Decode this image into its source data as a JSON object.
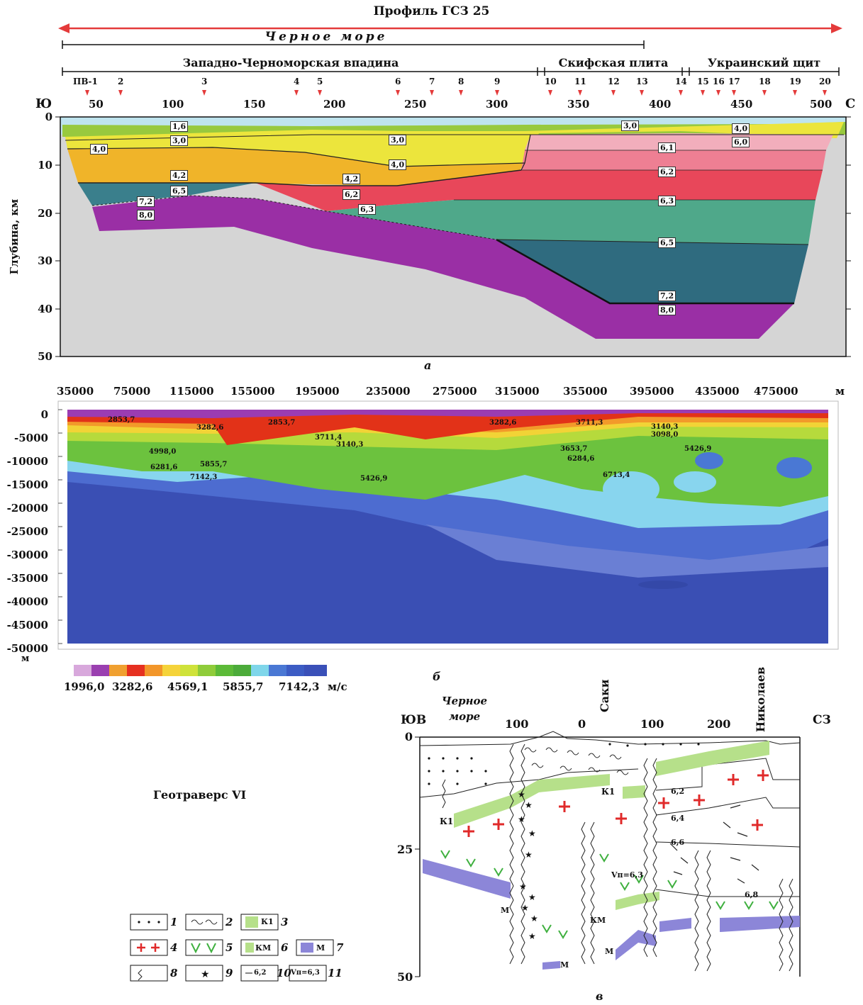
{
  "profile": {
    "title": "Профиль ГСЗ 25",
    "sea_label": "Черное море",
    "regions": [
      "Западно-Черноморская впадина",
      "Скифская плита",
      "Украинский щит"
    ],
    "shotpoints": [
      "ПВ-1",
      "2",
      "3",
      "4",
      "5",
      "6",
      "7",
      "8",
      "9",
      "10",
      "11",
      "12",
      "13",
      "14",
      "15",
      "16",
      "17",
      "18",
      "19",
      "20"
    ],
    "x_ticks": [
      "50",
      "100",
      "150",
      "200",
      "250",
      "300",
      "350",
      "400",
      "450",
      "500"
    ],
    "y_ticks": [
      "0",
      "10",
      "20",
      "30",
      "40",
      "50"
    ],
    "left_dir": "Ю",
    "right_dir": "С",
    "y_axis_label": "Глубина, км",
    "velocities": [
      "1,6",
      "3,0",
      "4,0",
      "4,2",
      "6,5",
      "7,2",
      "8,0",
      "3,0",
      "4,0",
      "4,2",
      "6,2",
      "6,3",
      "3,0",
      "4,0",
      "6,0",
      "6,1",
      "6,2",
      "6,3",
      "6,5",
      "7,2",
      "8,0"
    ],
    "panel_letter": "а"
  },
  "tomography": {
    "x_ticks": [
      "35000",
      "75000",
      "115000",
      "155000",
      "195000",
      "235000",
      "275000",
      "315000",
      "355000",
      "395000",
      "435000",
      "475000"
    ],
    "x_unit": "м",
    "y_ticks": [
      "0",
      "-5000",
      "-10000",
      "-15000",
      "-20000",
      "-25000",
      "-30000",
      "-35000",
      "-40000",
      "-45000",
      "-50000"
    ],
    "y_unit": "м",
    "contour_labels": [
      "2853,7",
      "3282,6",
      "2853,7",
      "3711,4",
      "3140,3",
      "3282,6",
      "3711,3",
      "3140,3",
      "4998,0",
      "6281,6",
      "5855,7",
      "7142,3",
      "5426,9",
      "3653,7",
      "6284,6",
      "6713,4",
      "5426,9",
      "3098,0"
    ],
    "colorbar_colors": [
      "#d8a8dc",
      "#9a3fb0",
      "#f0a030",
      "#e63020",
      "#f2962a",
      "#f5d33a",
      "#cfe23a",
      "#8fcc3a",
      "#5cba38",
      "#4cab3a",
      "#7fd6ea",
      "#4a78d4",
      "#3c5cc4",
      "#3a50b8"
    ],
    "colorbar_ticks": [
      "1996,0",
      "3282,6",
      "4569,1",
      "5855,7",
      "7142,3"
    ],
    "colorbar_unit": "м/с",
    "panel_letter": "б"
  },
  "geotraverse": {
    "title": "Геотраверс VI",
    "left_dir": "ЮВ",
    "right_dir": "СЗ",
    "sea_label": "Черное море",
    "x_ticks": [
      "100",
      "0",
      "100",
      "200"
    ],
    "y_ticks": [
      "0",
      "25",
      "50"
    ],
    "places": [
      "Саки",
      "Николаев"
    ],
    "labels": [
      "К1",
      "К1",
      "Vп=6,3",
      "КМ",
      "М",
      "М",
      "М",
      "6,2",
      "6,4",
      "6,6",
      "6,8"
    ],
    "panel_letter": "в"
  },
  "legend": {
    "items": [
      {
        "num": "1",
        "text": ""
      },
      {
        "num": "2",
        "text": ""
      },
      {
        "num": "3",
        "text": "К1"
      },
      {
        "num": "4",
        "text": ""
      },
      {
        "num": "5",
        "text": ""
      },
      {
        "num": "6",
        "text": "КМ"
      },
      {
        "num": "7",
        "text": "М"
      },
      {
        "num": "8",
        "text": ""
      },
      {
        "num": "9",
        "text": ""
      },
      {
        "num": "10",
        "text": "6,2"
      },
      {
        "num": "11",
        "text": "Vп=6,3"
      }
    ]
  }
}
